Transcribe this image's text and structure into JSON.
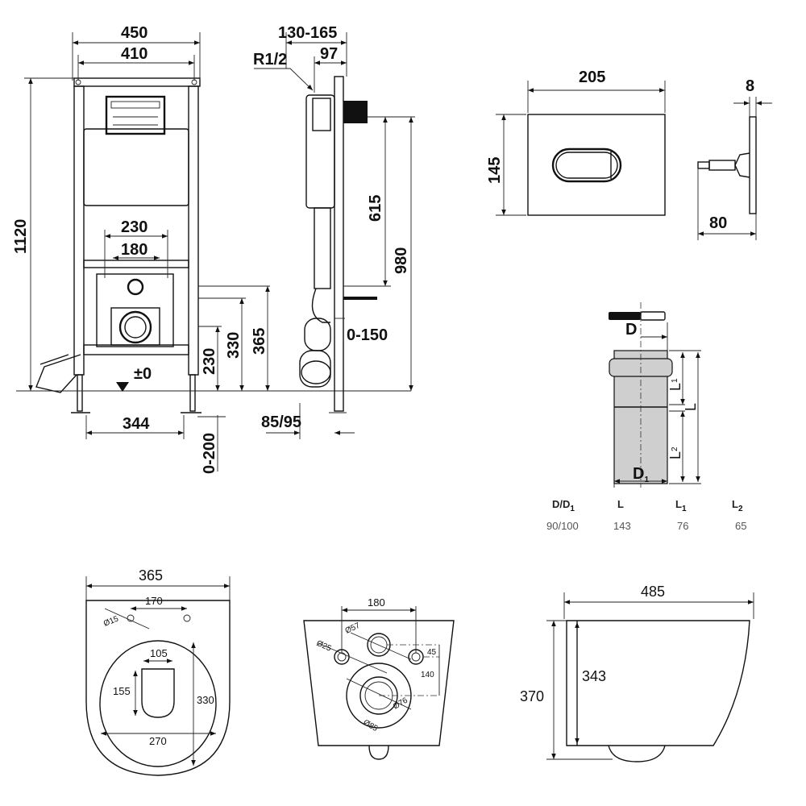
{
  "frame_front": {
    "width_outer": "450",
    "width_inner": "410",
    "height": "1120",
    "bracket_outer": "230",
    "bracket_inner": "180",
    "feet_spacing": "344",
    "zero_level": "±0",
    "h_230": "230",
    "h_330": "330",
    "h_365": "365",
    "adjust": "0-200"
  },
  "frame_side": {
    "depth": "130-165",
    "thread": "R1/2",
    "depth_97": "97",
    "h_615": "615",
    "h_980": "980",
    "offset": "0-150",
    "pipe": "85/95"
  },
  "flush_plate": {
    "width": "205",
    "height": "145",
    "thickness": "8",
    "depth": "80"
  },
  "connector": {
    "label_d": "D",
    "label_d1": "D",
    "label_d1_sub": "1",
    "label_l": "L",
    "label_l1": "L",
    "label_l1_sub": "1",
    "label_l2": "L",
    "label_l2_sub": "2",
    "table": {
      "headers": [
        {
          "main": "D/D",
          "sub": "1"
        },
        {
          "main": "L",
          "sub": ""
        },
        {
          "main": "L",
          "sub": "1"
        },
        {
          "main": "L",
          "sub": "2"
        }
      ],
      "values": [
        "90/100",
        "143",
        "76",
        "65"
      ]
    }
  },
  "bowl_top": {
    "width": "365",
    "hole_spacing": "170",
    "hole_dia": "Ø15",
    "inner_width": "105",
    "inner_len": "155",
    "bowl_len": "330",
    "bowl_width": "270"
  },
  "bowl_back": {
    "bolt_spacing": "180",
    "bolt_dia": "Ø25",
    "inlet_dia": "Ø57",
    "offset_45": "45",
    "offset_140": "140",
    "outlet_76": "Ø76",
    "outlet_85": "Ø85"
  },
  "bowl_side": {
    "length": "485",
    "height": "370",
    "inner_height": "343"
  }
}
